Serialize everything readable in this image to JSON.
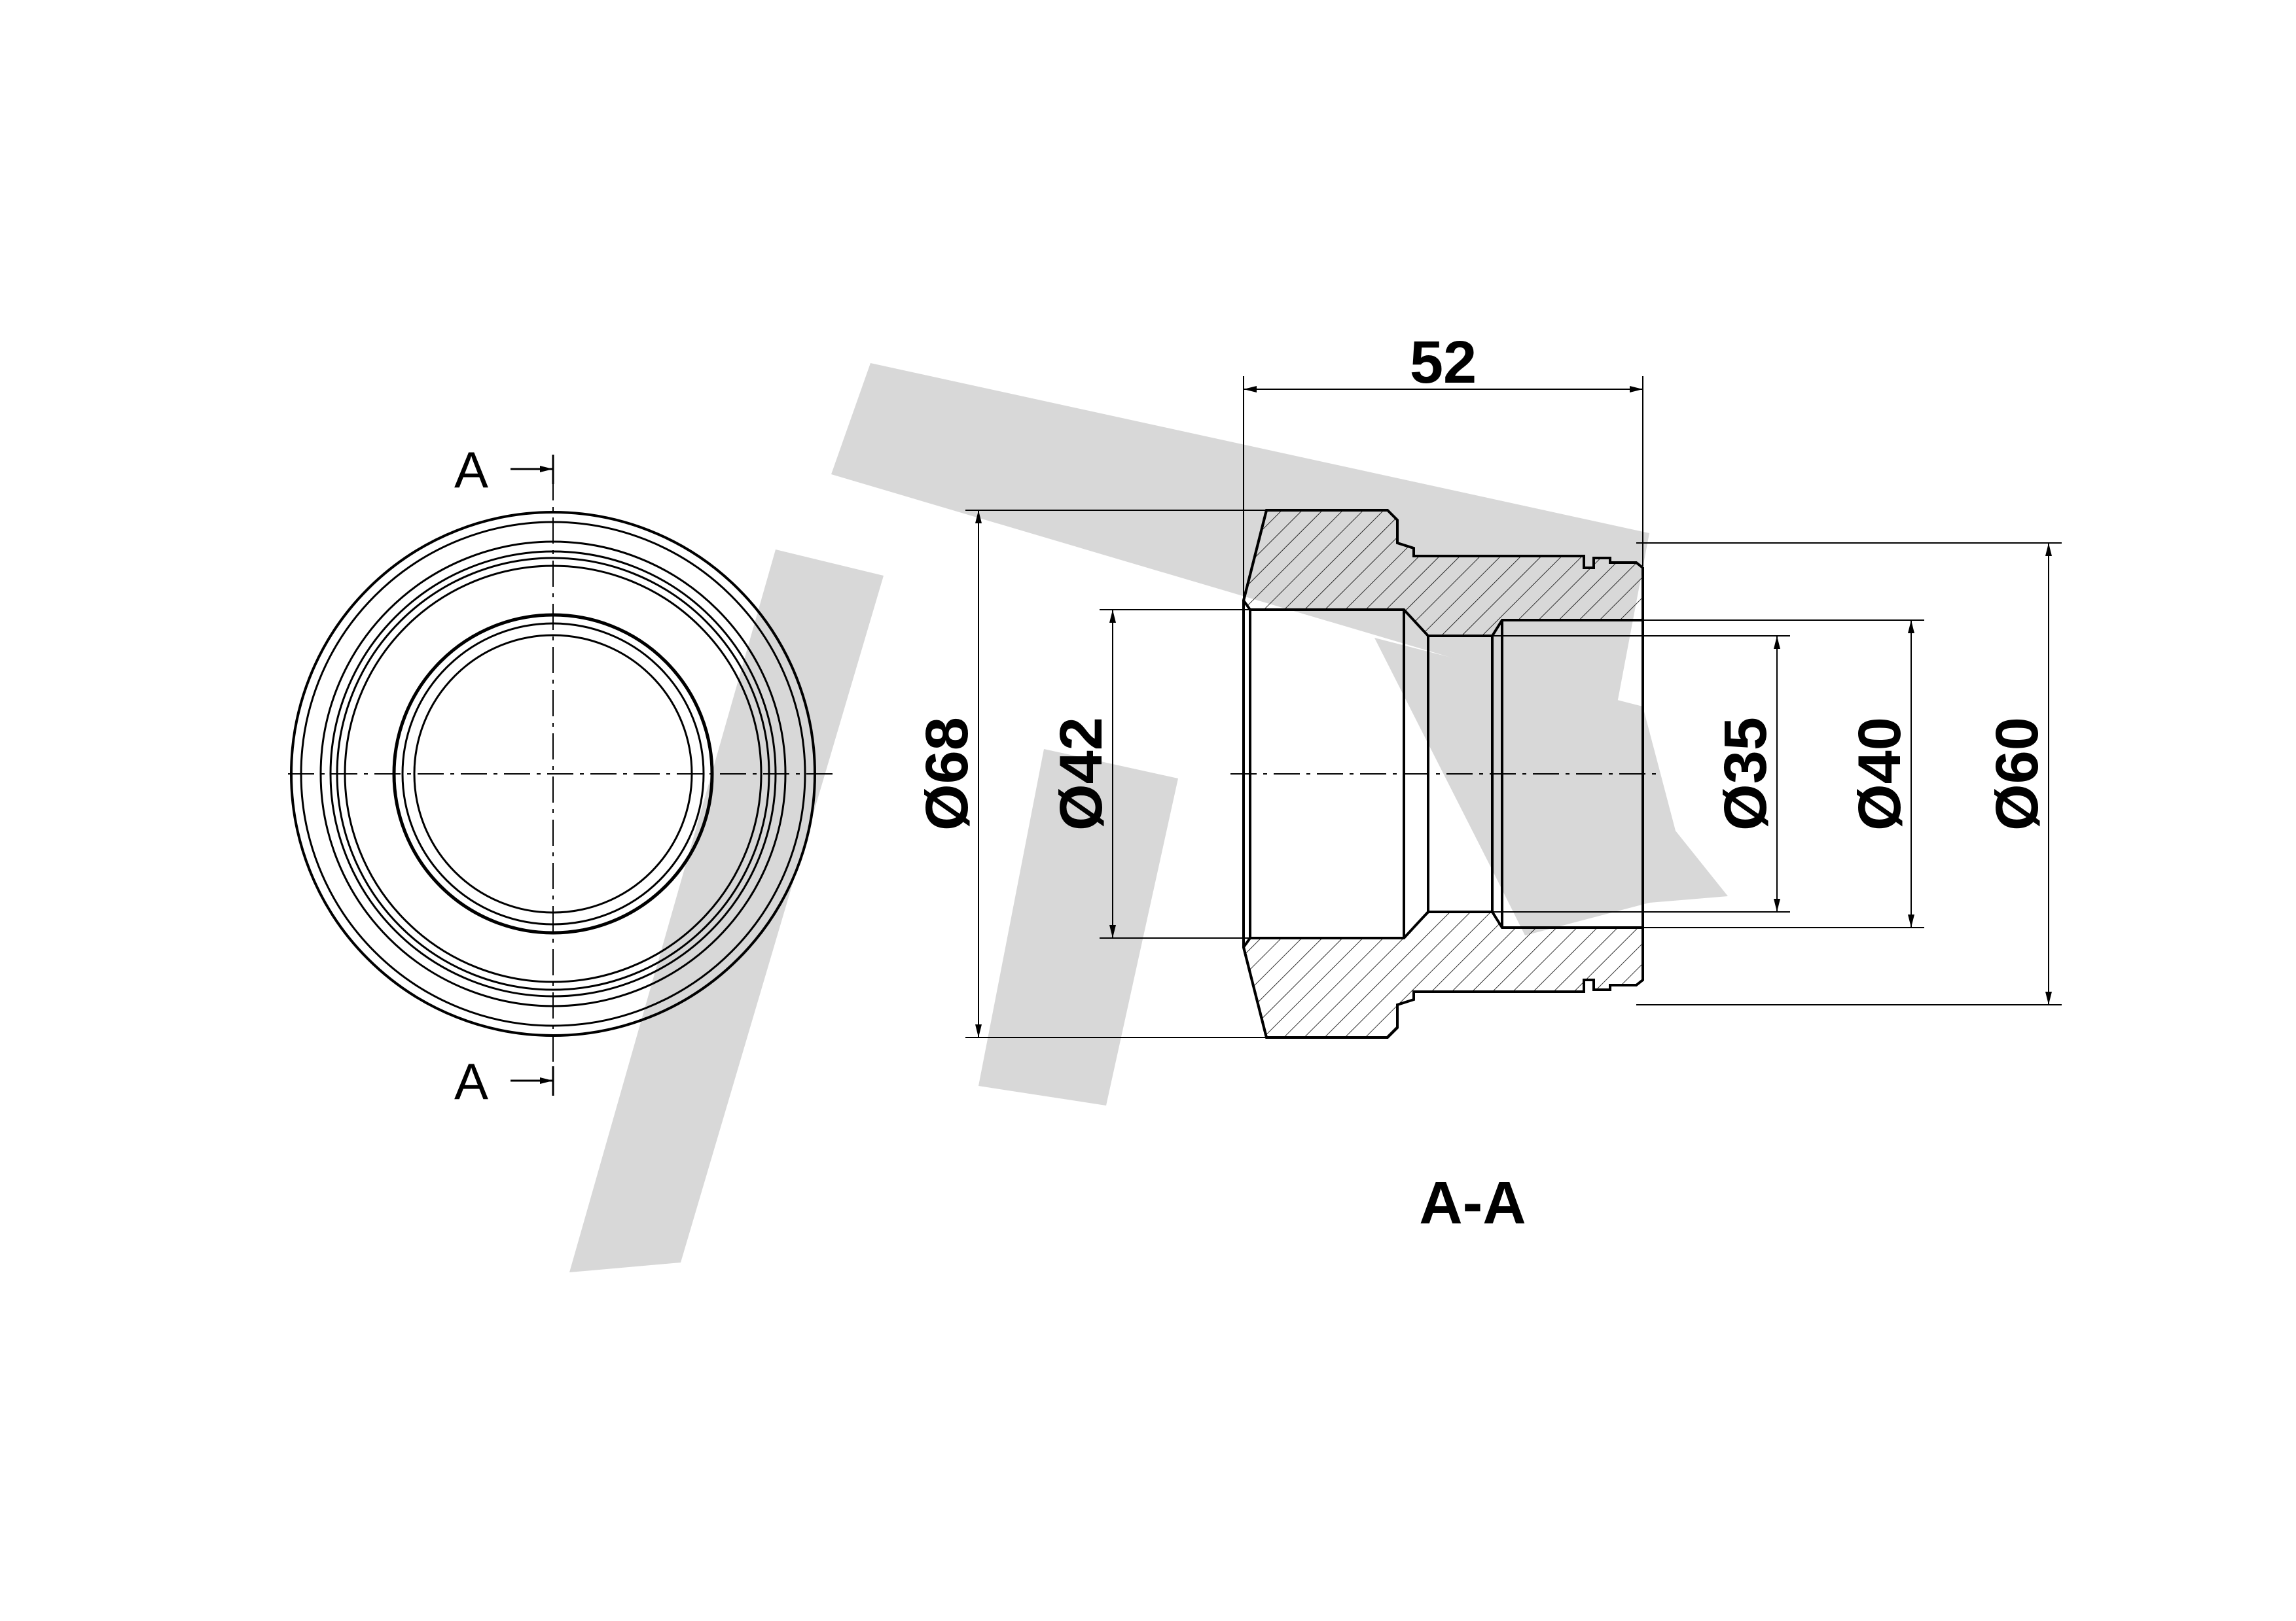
{
  "watermark": {
    "color": "#d8d8d8"
  },
  "front_view": {
    "section_label_top": "A",
    "section_label_bottom": "A"
  },
  "section_view": {
    "title": "A-A",
    "dimensions": {
      "length": "52",
      "outer_diameter": "Ø68",
      "bore_diameter": "Ø42",
      "inner_diameter": "Ø35",
      "counterbore_diameter": "Ø40",
      "shoulder_diameter": "Ø60"
    }
  },
  "colors": {
    "line": "#000000",
    "background": "#ffffff"
  }
}
